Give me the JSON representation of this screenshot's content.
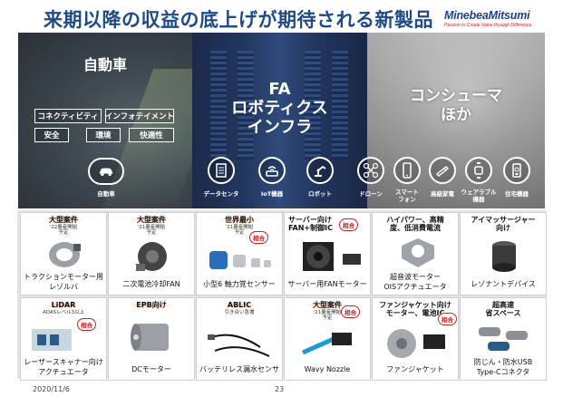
{
  "header": {
    "title": "来期以降の収益の底上げが期待される新製品",
    "logo": "MinebeaMitsumi",
    "logo_tagline": "Passion to Create Value through Difference"
  },
  "banner": {
    "automotive": {
      "title": "自動車",
      "tags": [
        "コネクティビティ",
        "インフォテイメント",
        "安全",
        "環境",
        "快適性"
      ],
      "icon_label": "自動車"
    },
    "fa": {
      "title_lines": [
        "FA",
        "ロボティクス",
        "インフラ"
      ],
      "icons": [
        {
          "name": "server-icon",
          "label": "データセンタ"
        },
        {
          "name": "iot-device-icon",
          "label": "IoT機器"
        },
        {
          "name": "robot-arm-icon",
          "label": "ロボット"
        }
      ]
    },
    "consumer": {
      "title_lines": [
        "コンシューマ",
        "ほか"
      ],
      "icons": [
        {
          "name": "drone-icon",
          "label": "ドローン"
        },
        {
          "name": "smartphone-icon",
          "label": "スマート\nフォン"
        },
        {
          "name": "hvac-icon",
          "label": "高級家電"
        },
        {
          "name": "wearable-icon",
          "label": "ウェアラブル\n機器"
        },
        {
          "name": "home-equipment-icon",
          "label": "住宅機器"
        }
      ]
    }
  },
  "products": [
    {
      "headline": "大型案件",
      "sub": [
        "'22量産開始",
        "予定"
      ],
      "caption": [
        "トラクションモーター用",
        "レゾルバ"
      ],
      "badge": ""
    },
    {
      "headline": "大型案件",
      "sub": [
        "'21量産開始",
        "予定"
      ],
      "caption": [
        "二次電池冷却FAN"
      ],
      "badge": ""
    },
    {
      "headline": "世界最小",
      "sub": [
        "'21量産開始",
        "予定"
      ],
      "caption": [
        "小型6 軸力覚センサー"
      ],
      "badge": "相合"
    },
    {
      "headline": "サーバー向け\nFAN+制御IC",
      "sub": [],
      "caption": [
        "サーバー用FANモーター"
      ],
      "badge": "相合"
    },
    {
      "headline": "ハイパワー、高精\n度、低消費電流",
      "sub": [],
      "caption": [
        "超音波モーター",
        "OISアクチュエータ"
      ],
      "badge": ""
    },
    {
      "headline": "アイマッサージャー\n向け",
      "sub": [],
      "caption": [
        "レゾナントデバイス"
      ],
      "badge": ""
    },
    {
      "headline": "LiDAR",
      "sub": [
        "ADASレベル3以上"
      ],
      "caption": [
        "レーザースキャナー向け",
        "アクチュエータ"
      ],
      "badge": "相合"
    },
    {
      "headline": "EPB向け",
      "sub": [],
      "caption": [
        "DCモーター"
      ],
      "badge": ""
    },
    {
      "headline": "ABLIC",
      "sub": [
        "引き合い急増"
      ],
      "caption": [
        "バッテリレス漏水センサ"
      ],
      "badge": ""
    },
    {
      "headline": "大型案件",
      "sub": [
        "'21量産開始",
        "予定"
      ],
      "caption": [
        "Wavy Nozzle"
      ],
      "badge": "相合"
    },
    {
      "headline": "ファンジャケット向け\nモーター、電池IC",
      "sub": [],
      "caption": [
        "ファンジャケット"
      ],
      "badge": "相合"
    },
    {
      "headline": "超高速\n省スペース",
      "sub": [],
      "caption": [
        "防じん・防水USB",
        "Type-Cコネクタ"
      ],
      "badge": ""
    }
  ],
  "footer": {
    "date": "2020/11/6",
    "page": "23"
  }
}
